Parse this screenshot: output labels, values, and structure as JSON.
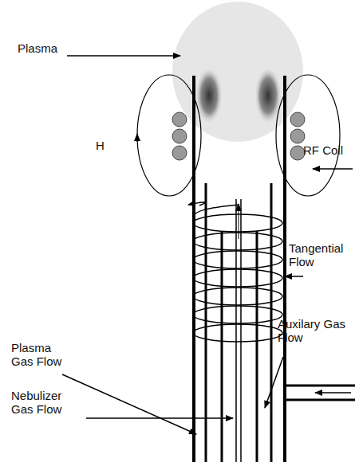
{
  "diagram": {
    "labels": [
      "Plasma",
      "H",
      "RF Coil",
      "Tangential Flow",
      "Plasma Gas Flow",
      "Auxilary Gas Flow",
      "Nebulizer Gas Flow"
    ]
  }
}
